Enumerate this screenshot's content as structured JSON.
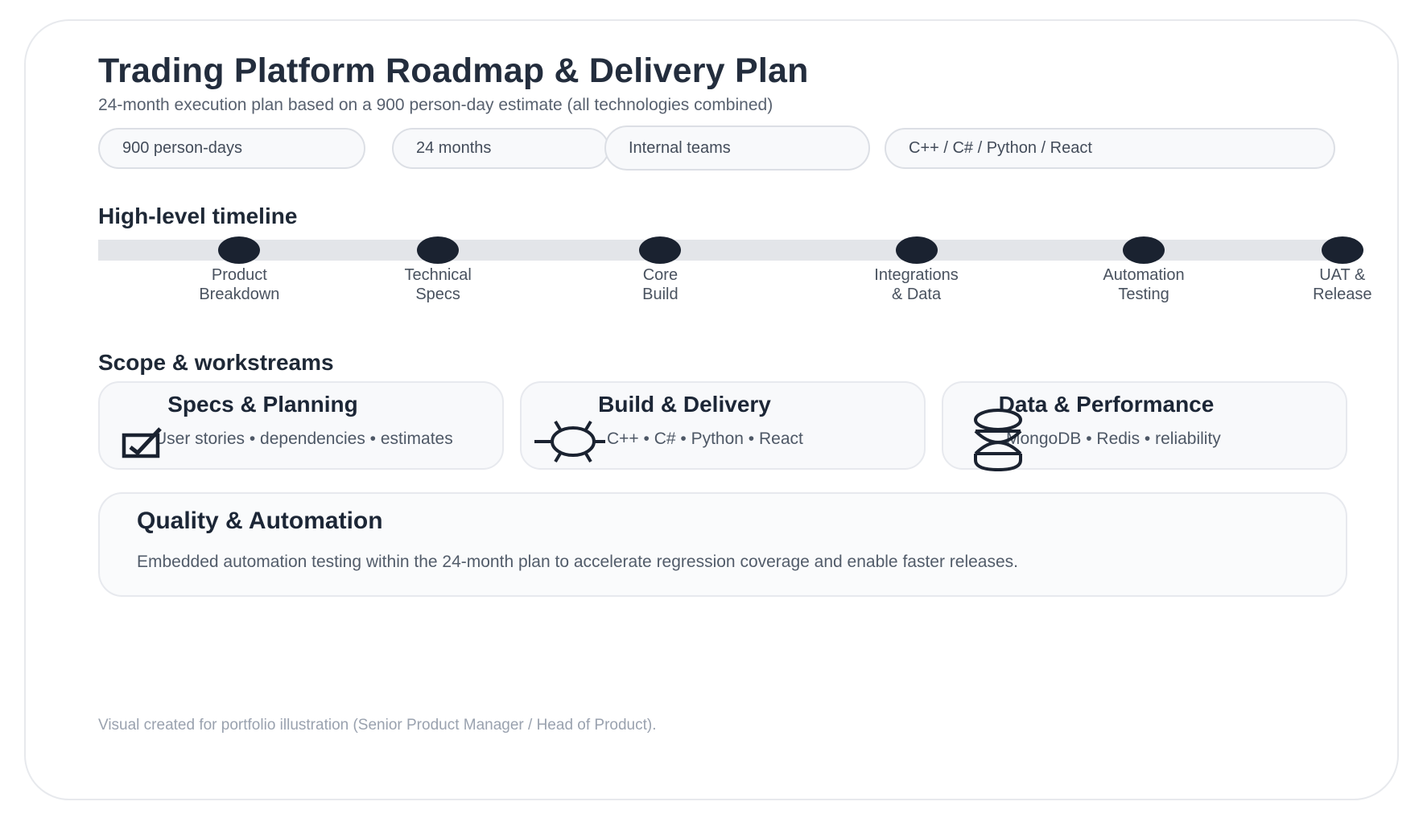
{
  "colors": {
    "ink": "#1a2230",
    "heading": "#1e2836",
    "muted": "#58616f",
    "track": "#e3e5e9",
    "card_bg": "#f8f9fb",
    "border": "#e7e9ee"
  },
  "header": {
    "title": "Trading Platform Roadmap & Delivery Plan",
    "subtitle": "24-month execution plan based on a 900 person-day estimate (all technologies combined)",
    "badges": [
      "900 person-days",
      "24 months",
      "Internal teams",
      "C++ / C# / Python / React"
    ]
  },
  "timeline": {
    "heading": "High-level timeline",
    "milestones": [
      {
        "line1": "Product",
        "line2": "Breakdown",
        "position_pct": 11.3
      },
      {
        "line1": "Technical",
        "line2": "Specs",
        "position_pct": 27.2
      },
      {
        "line1": "Core",
        "line2": "Build",
        "position_pct": 45.0
      },
      {
        "line1": "Integrations",
        "line2": "& Data",
        "position_pct": 65.5
      },
      {
        "line1": "Automation",
        "line2": "Testing",
        "position_pct": 83.7
      },
      {
        "line1": "UAT &",
        "line2": "Release",
        "position_pct": 99.6
      }
    ]
  },
  "scope": {
    "heading": "Scope & workstreams",
    "cards": [
      {
        "title": "Specs & Planning",
        "detail": "User stories • dependencies • estimates",
        "icon": "checkbox-icon"
      },
      {
        "title": "Build & Delivery",
        "detail": "C++ • C# • Python • React",
        "icon": "gear-icon"
      },
      {
        "title": "Data & Performance",
        "detail": "MongoDB • Redis • reliability",
        "icon": "database-icon"
      }
    ]
  },
  "quality": {
    "title": "Quality & Automation",
    "body": "Embedded automation testing within the 24-month plan to accelerate regression coverage and enable faster releases."
  },
  "footer": {
    "note": "Visual created for portfolio illustration (Senior Product Manager / Head of Product)."
  }
}
